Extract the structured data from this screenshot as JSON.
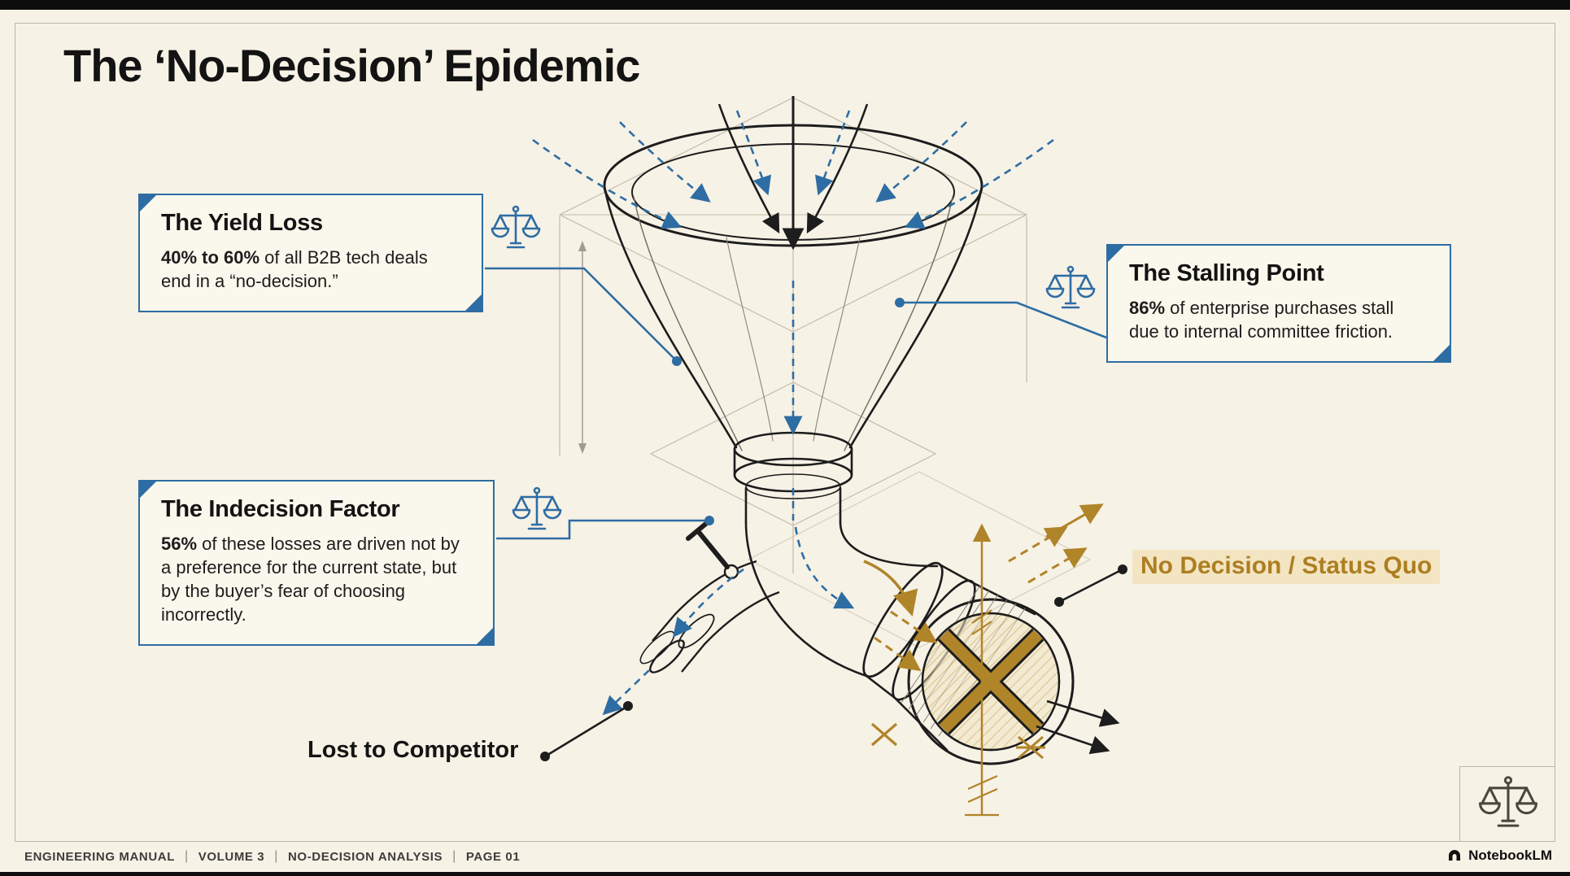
{
  "title": "The ‘No-Decision’ Epidemic",
  "callouts": [
    {
      "id": "yield-loss",
      "title": "The Yield Loss",
      "stat": "40% to 60%",
      "body": " of all B2B tech deals end in a “no-decision.”"
    },
    {
      "id": "stalling-point",
      "title": "The Stalling Point",
      "stat": "86%",
      "body": " of enterprise purchases stall due to internal committee friction."
    },
    {
      "id": "indecision-factor",
      "title": "The Indecision Factor",
      "stat": "56%",
      "body": " of these losses are driven not by a preference for the current state, but by the buyer’s fear of choosing incorrectly."
    }
  ],
  "labels": {
    "no_decision": "No Decision / Status Quo",
    "lost_to_competitor": "Lost to Competitor"
  },
  "footer": {
    "items": [
      "ENGINEERING MANUAL",
      "VOLUME 3",
      "NO-DECISION ANALYSIS",
      "PAGE 01"
    ],
    "separator": "|"
  },
  "brand": "NotebookLM",
  "colors": {
    "background": "#f7f2e6",
    "accent_blue": "#2e6da3",
    "accent_gold": "#b08429",
    "highlight_gold": "#f3e5c2",
    "ink": "#1d1d1d"
  },
  "icons": {
    "scales": "balance-scales-icon",
    "logo": "notebooklm-logo-icon"
  }
}
